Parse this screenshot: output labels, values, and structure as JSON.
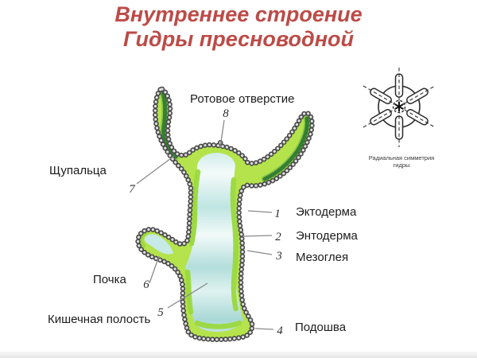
{
  "title": {
    "line1": "Внутреннее строение",
    "line2": "Гидры пресноводной"
  },
  "labels": {
    "mouth_opening": "Ротовое отверстие",
    "tentacles": "Щупальца",
    "ectoderm": "Эктодерма",
    "entoderm": "Энтодерма",
    "mesoglea": "Мезоглея",
    "bud": "Почка",
    "gut_cavity": "Кишечная полость",
    "sole": "Подошва"
  },
  "numbers": {
    "n1": "1",
    "n2": "2",
    "n3": "3",
    "n4": "4",
    "n5": "5",
    "n6": "6",
    "n7": "7",
    "n8": "8"
  },
  "inset": {
    "caption_line1": "Радиальная симметрия",
    "caption_line2": "гидры"
  },
  "colors": {
    "title_red": "#bc4b47",
    "body_green": "#b4e34c",
    "entoderm_green": "#9bd93e",
    "tentacle_dark_green": "#357f33",
    "cavity_teal": "#bfe5e2",
    "outline_dark": "#1f1f1f"
  }
}
